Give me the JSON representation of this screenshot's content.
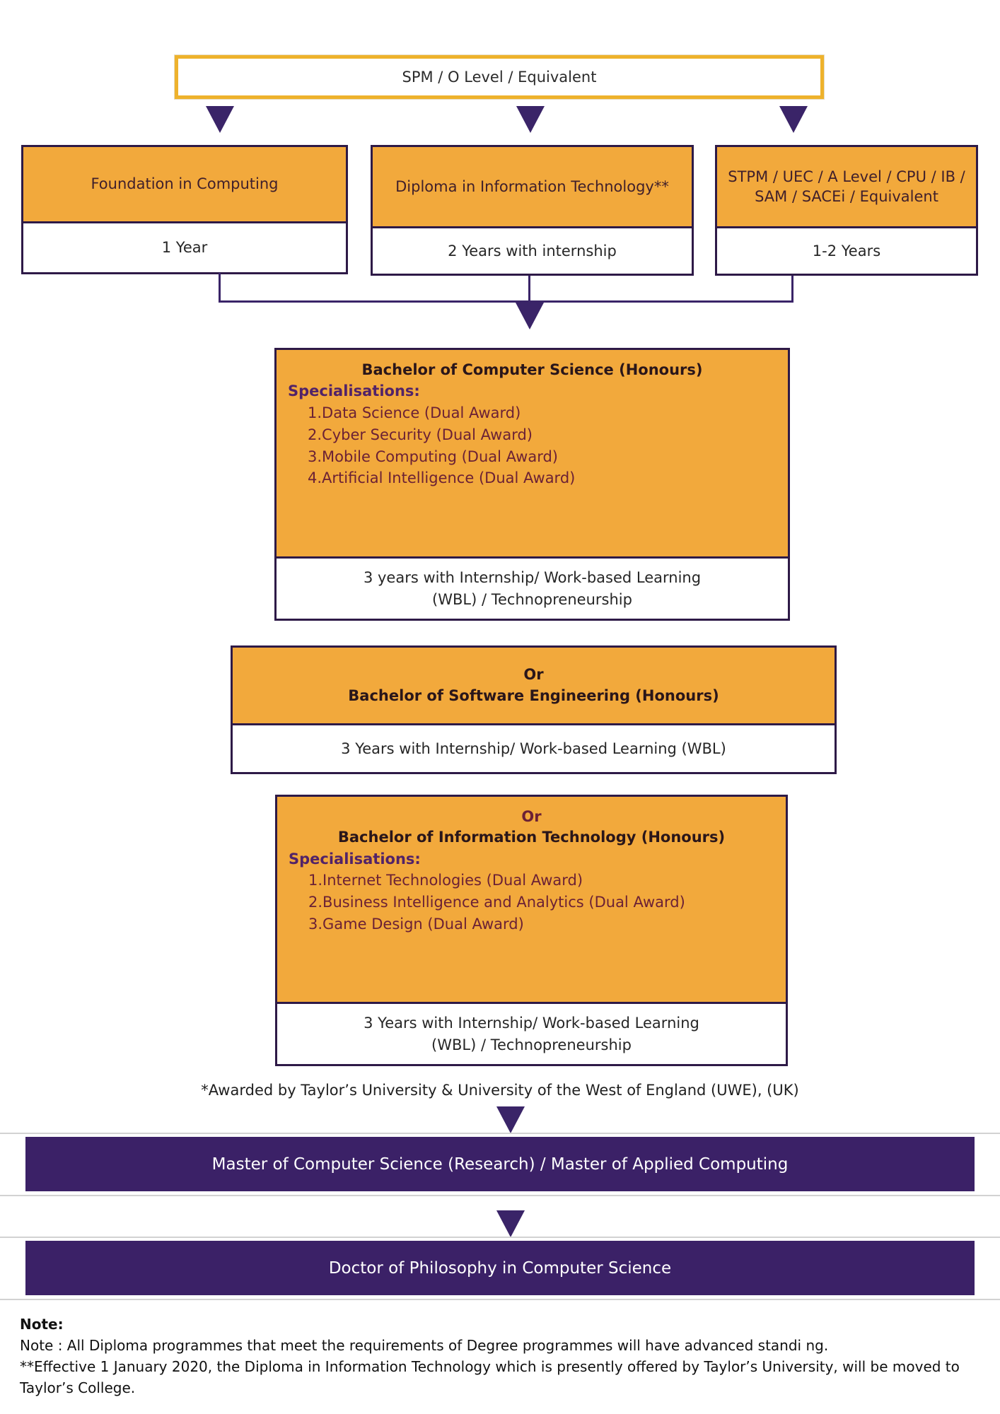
{
  "colors": {
    "orange": "#F2A93C",
    "gold_border": "#EEB22C",
    "box_border": "#2E1A47",
    "arrow": "#3A2468",
    "bar": "#3B2167",
    "spec_label": "#522368",
    "list_item": "#6B2135"
  },
  "top_box": {
    "label": "SPM / O Level / Equivalent"
  },
  "columns": [
    {
      "title": "Foundation in Computing",
      "duration": "1 Year"
    },
    {
      "title": "Diploma in Information Technology**",
      "duration": "2 Years with internship"
    },
    {
      "title": "STPM / UEC / A Level / CPU / IB / SAM / SACEi / Equivalent",
      "duration": "1-2 Years"
    }
  ],
  "bachelor_cs": {
    "title": "Bachelor of Computer Science (Honours)",
    "spec_label": "Specialisations:",
    "specs": [
      "Data Science (Dual Award)",
      "Cyber Security (Dual Award)",
      "Mobile Computing (Dual Award)",
      "Artificial Intelligence (Dual Award)"
    ],
    "duration": "3 years with Internship/ Work-based Learning (WBL) / Technopreneurship"
  },
  "bachelor_se": {
    "or_label": "Or",
    "title": "Bachelor of Software Engineering (Honours)",
    "duration": "3 Years with Internship/ Work-based Learning (WBL)"
  },
  "bachelor_it": {
    "or_label": "Or",
    "title": "Bachelor of Information Technology (Honours)",
    "spec_label": "Specialisations:",
    "specs": [
      "Internet Technologies (Dual Award)",
      "Business Intelligence and Analytics (Dual Award)",
      "Game Design (Dual Award)"
    ],
    "duration": "3 Years with Internship/ Work-based Learning (WBL) / Technopreneurship"
  },
  "footnote": "*Awarded by Taylor’s University & University of the West of England (UWE), (UK)",
  "master_bar": "Master of Computer Science (Research) / Master of Applied Computing",
  "phd_bar": "Doctor of Philosophy in Computer Science",
  "note": {
    "heading": "Note:",
    "line1": "Note : All Diploma programmes that meet the requirements of Degree programmes will have advanced standi ng.",
    "line2": "**Effective 1 January 2020, the Diploma in Information Technology which is presently offered by Taylor’s University, will be moved to Taylor’s College."
  }
}
